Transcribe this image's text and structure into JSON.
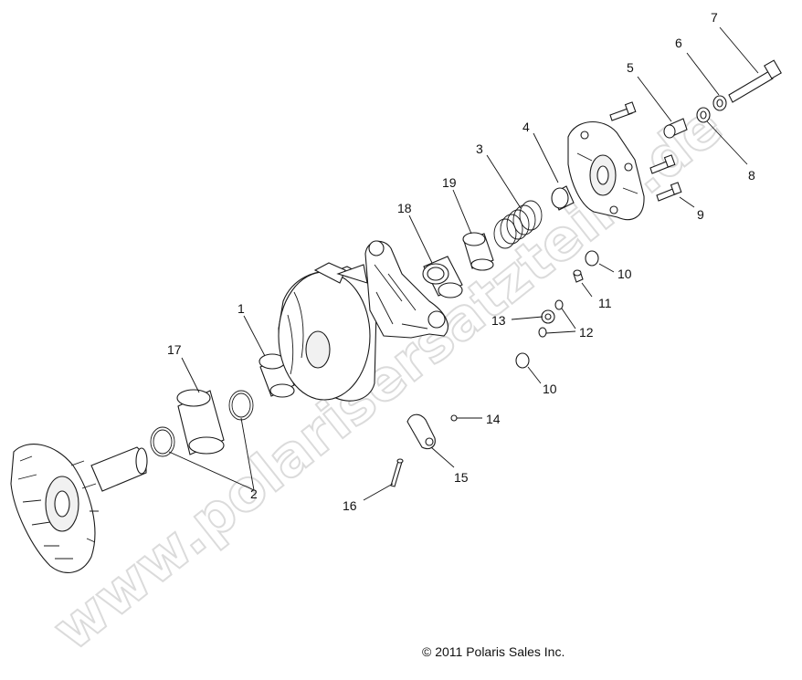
{
  "callouts": [
    "1",
    "2",
    "3",
    "4",
    "5",
    "6",
    "7",
    "8",
    "9",
    "10",
    "10",
    "11",
    "12",
    "13",
    "14",
    "15",
    "16",
    "17",
    "18",
    "19"
  ],
  "watermark": "www.polarisersatzteile.de",
  "copyright": "© 2011 Polaris Sales Inc."
}
